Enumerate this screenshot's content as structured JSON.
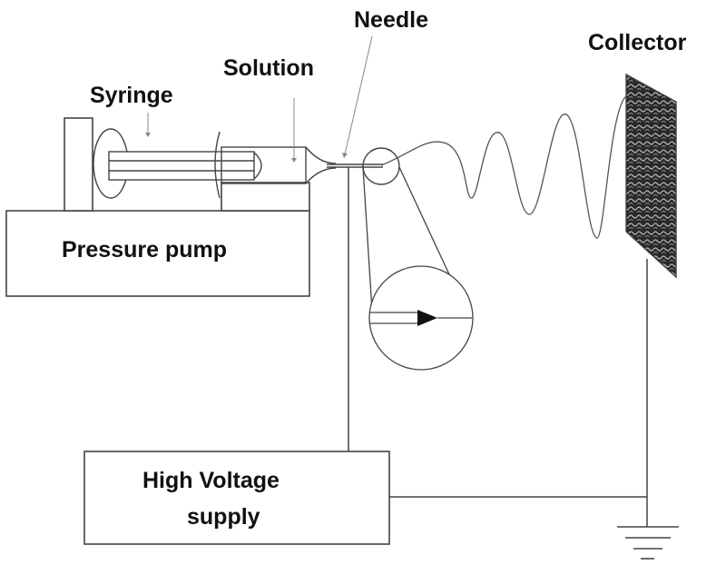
{
  "labels": {
    "needle": "Needle",
    "collector": "Collector",
    "syringe": "Syringe",
    "solution": "Solution",
    "pump": "Pressure pump",
    "supply_line1": "High Voltage",
    "supply_line2": "supply"
  },
  "colors": {
    "line": "#444444",
    "text": "#111111",
    "collector_fill": "#2a2a2a",
    "mesh": "#bcbcbc"
  }
}
